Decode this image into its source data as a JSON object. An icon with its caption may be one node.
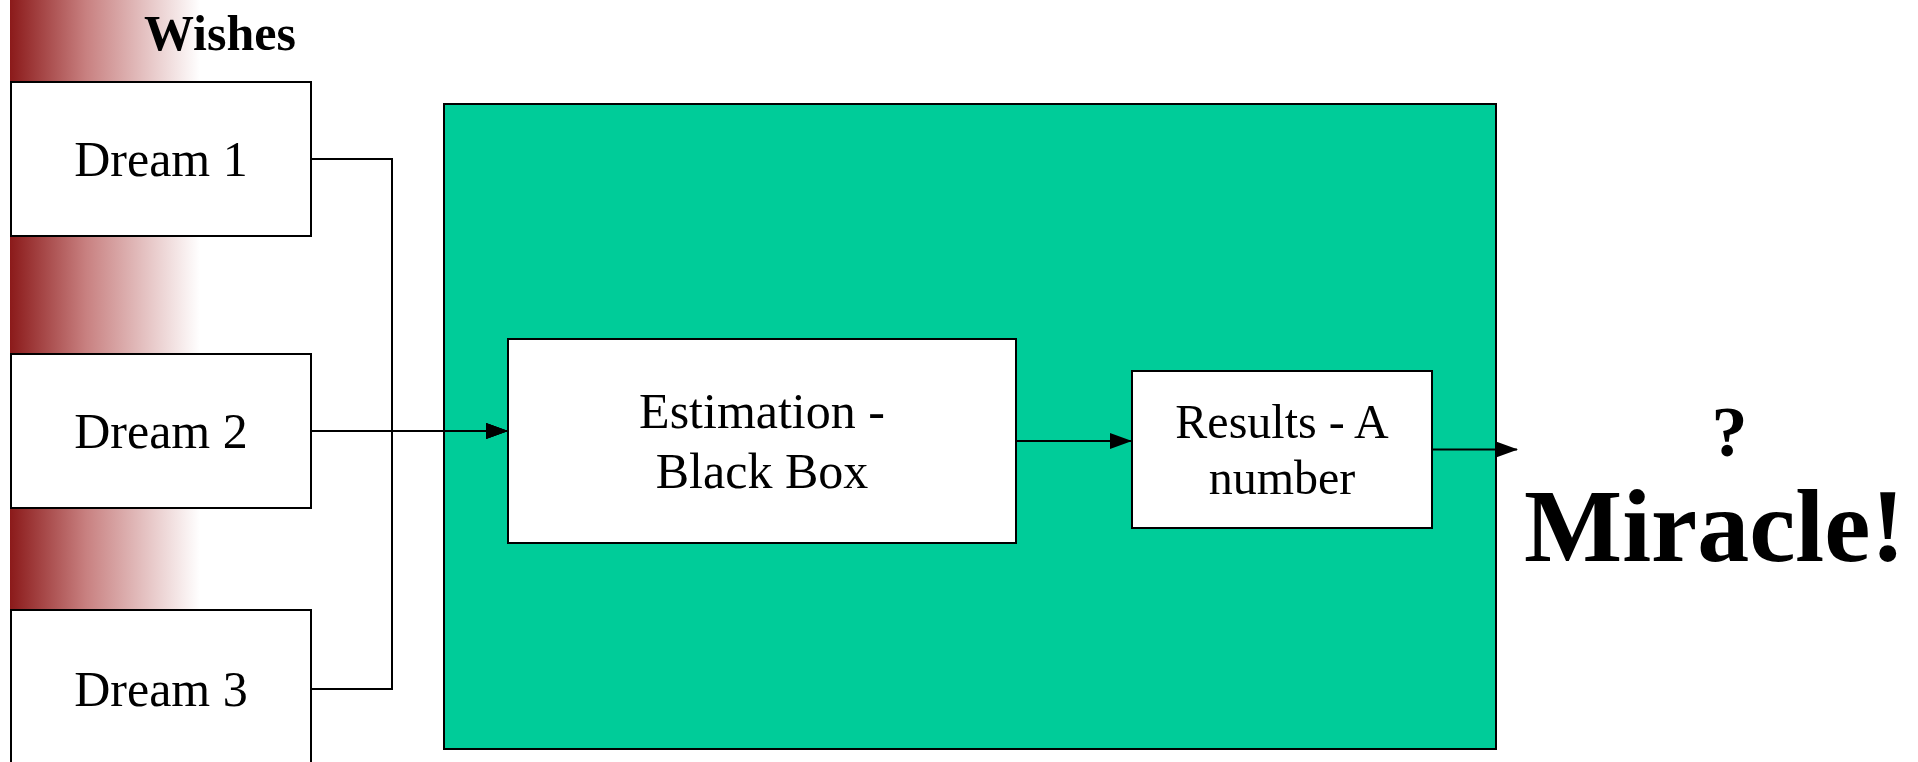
{
  "diagram": {
    "nodes": [
      {
        "text": [],
        "shape": "bar"
      },
      {
        "text": [],
        "shape": "bar"
      },
      {
        "text": [],
        "shape": "bar"
      },
      {
        "text": [
          "Dream 1"
        ]
      },
      {
        "text": [
          "Dream 2"
        ]
      },
      {
        "text": [
          "Dream 3"
        ]
      },
      {
        "text": [],
        "shape": "box"
      },
      {
        "text": [
          "Estimation - Black Box"
        ],
        "in": 6
      },
      {
        "text": [
          "Results - A number"
        ],
        "in": 6
      },
      {
        "text": [
          "?",
          "Miracle!"
        ]
      }
    ],
    "edges": [
      {
        "from": 3,
        "to": 7,
        "arrow": "to"
      },
      {
        "from": 4,
        "to": 7,
        "arrow": "to"
      },
      {
        "from": 5,
        "to": 7,
        "arrow": "to"
      },
      {
        "from": 7,
        "to": 8,
        "arrow": "to"
      },
      {
        "from": 8,
        "to": 9,
        "arrow": "to"
      }
    ],
    "labels": [
      "Wishes"
    ]
  }
}
